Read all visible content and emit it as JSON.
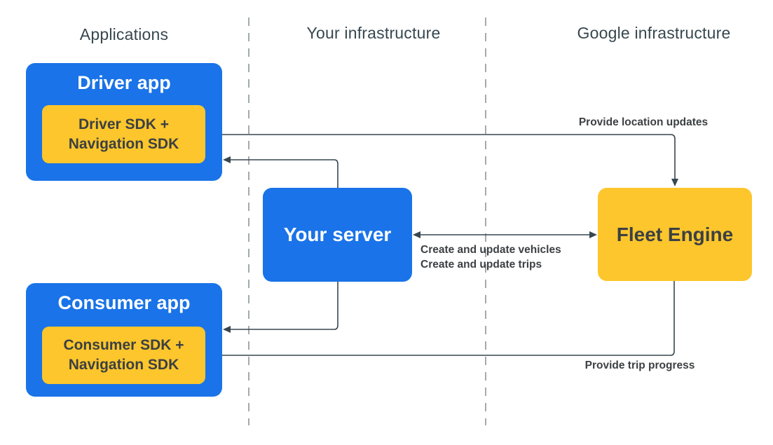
{
  "columns": [
    {
      "label": "Applications"
    },
    {
      "label": "Your infrastructure"
    },
    {
      "label": "Google infrastructure"
    }
  ],
  "nodes": {
    "driver_app": {
      "title": "Driver app",
      "sdk": "Driver SDK + Navigation SDK"
    },
    "consumer_app": {
      "title": "Consumer app",
      "sdk": "Consumer SDK + Navigation SDK"
    },
    "your_server": {
      "title": "Your server"
    },
    "fleet_engine": {
      "title": "Fleet Engine"
    }
  },
  "edges": {
    "provide_location_updates": "Provide location updates",
    "create_and_update_vehicles": "Create and update vehicles",
    "create_and_update_trips": "Create and update trips",
    "provide_trip_progress": "Provide trip progress"
  },
  "colors": {
    "blue": "#1a73e8",
    "yellow": "#fcc62c",
    "text_dark": "#3c4043",
    "text_light": "#ffffff",
    "arrow": "#37474f",
    "divider": "#9aa0a6",
    "header_text": "#37474f",
    "background": "#ffffff"
  }
}
